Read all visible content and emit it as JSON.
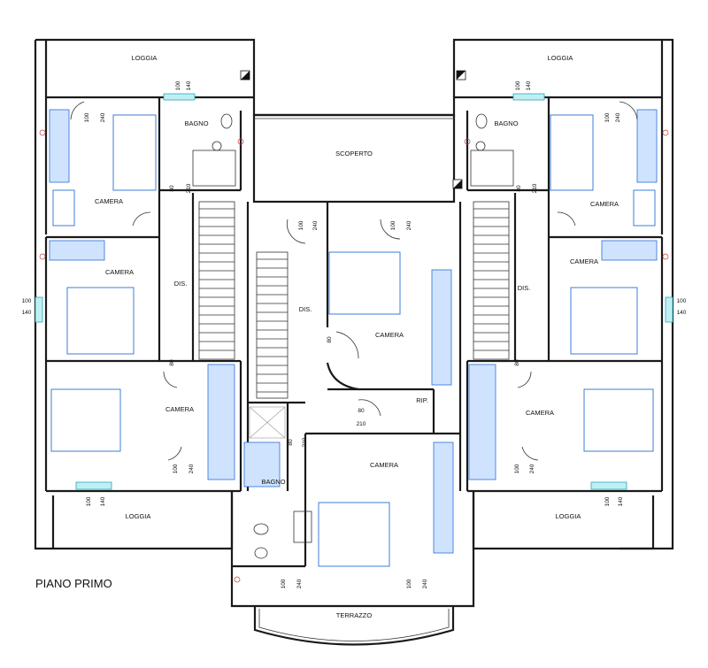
{
  "plan_title": "PIANO PRIMO",
  "rooms": {
    "loggia_top_left": "LOGGIA",
    "loggia_top_right": "LOGGIA",
    "loggia_bottom_left": "LOGGIA",
    "loggia_bottom_right": "LOGGIA",
    "bagno_top_left": "BAGNO",
    "bagno_top_right": "BAGNO",
    "bagno_bottom": "BAGNO",
    "scoperto": "SCOPERTO",
    "camera_left_upper": "CAMERA",
    "camera_left_middle": "CAMERA",
    "camera_left_lower": "CAMERA",
    "camera_right_upper": "CAMERA",
    "camera_right_middle": "CAMERA",
    "camera_right_lower": "CAMERA",
    "camera_center_upper": "CAMERA",
    "camera_center_lower": "CAMERA",
    "dis_left": "DIS.",
    "dis_right": "DIS.",
    "dis_center": "DIS.",
    "rip": "RIP.",
    "terrazzo": "TERRAZZO"
  },
  "dimensions": {
    "d100": "100",
    "d140": "140",
    "d240": "240",
    "d80": "80",
    "d210": "210"
  }
}
